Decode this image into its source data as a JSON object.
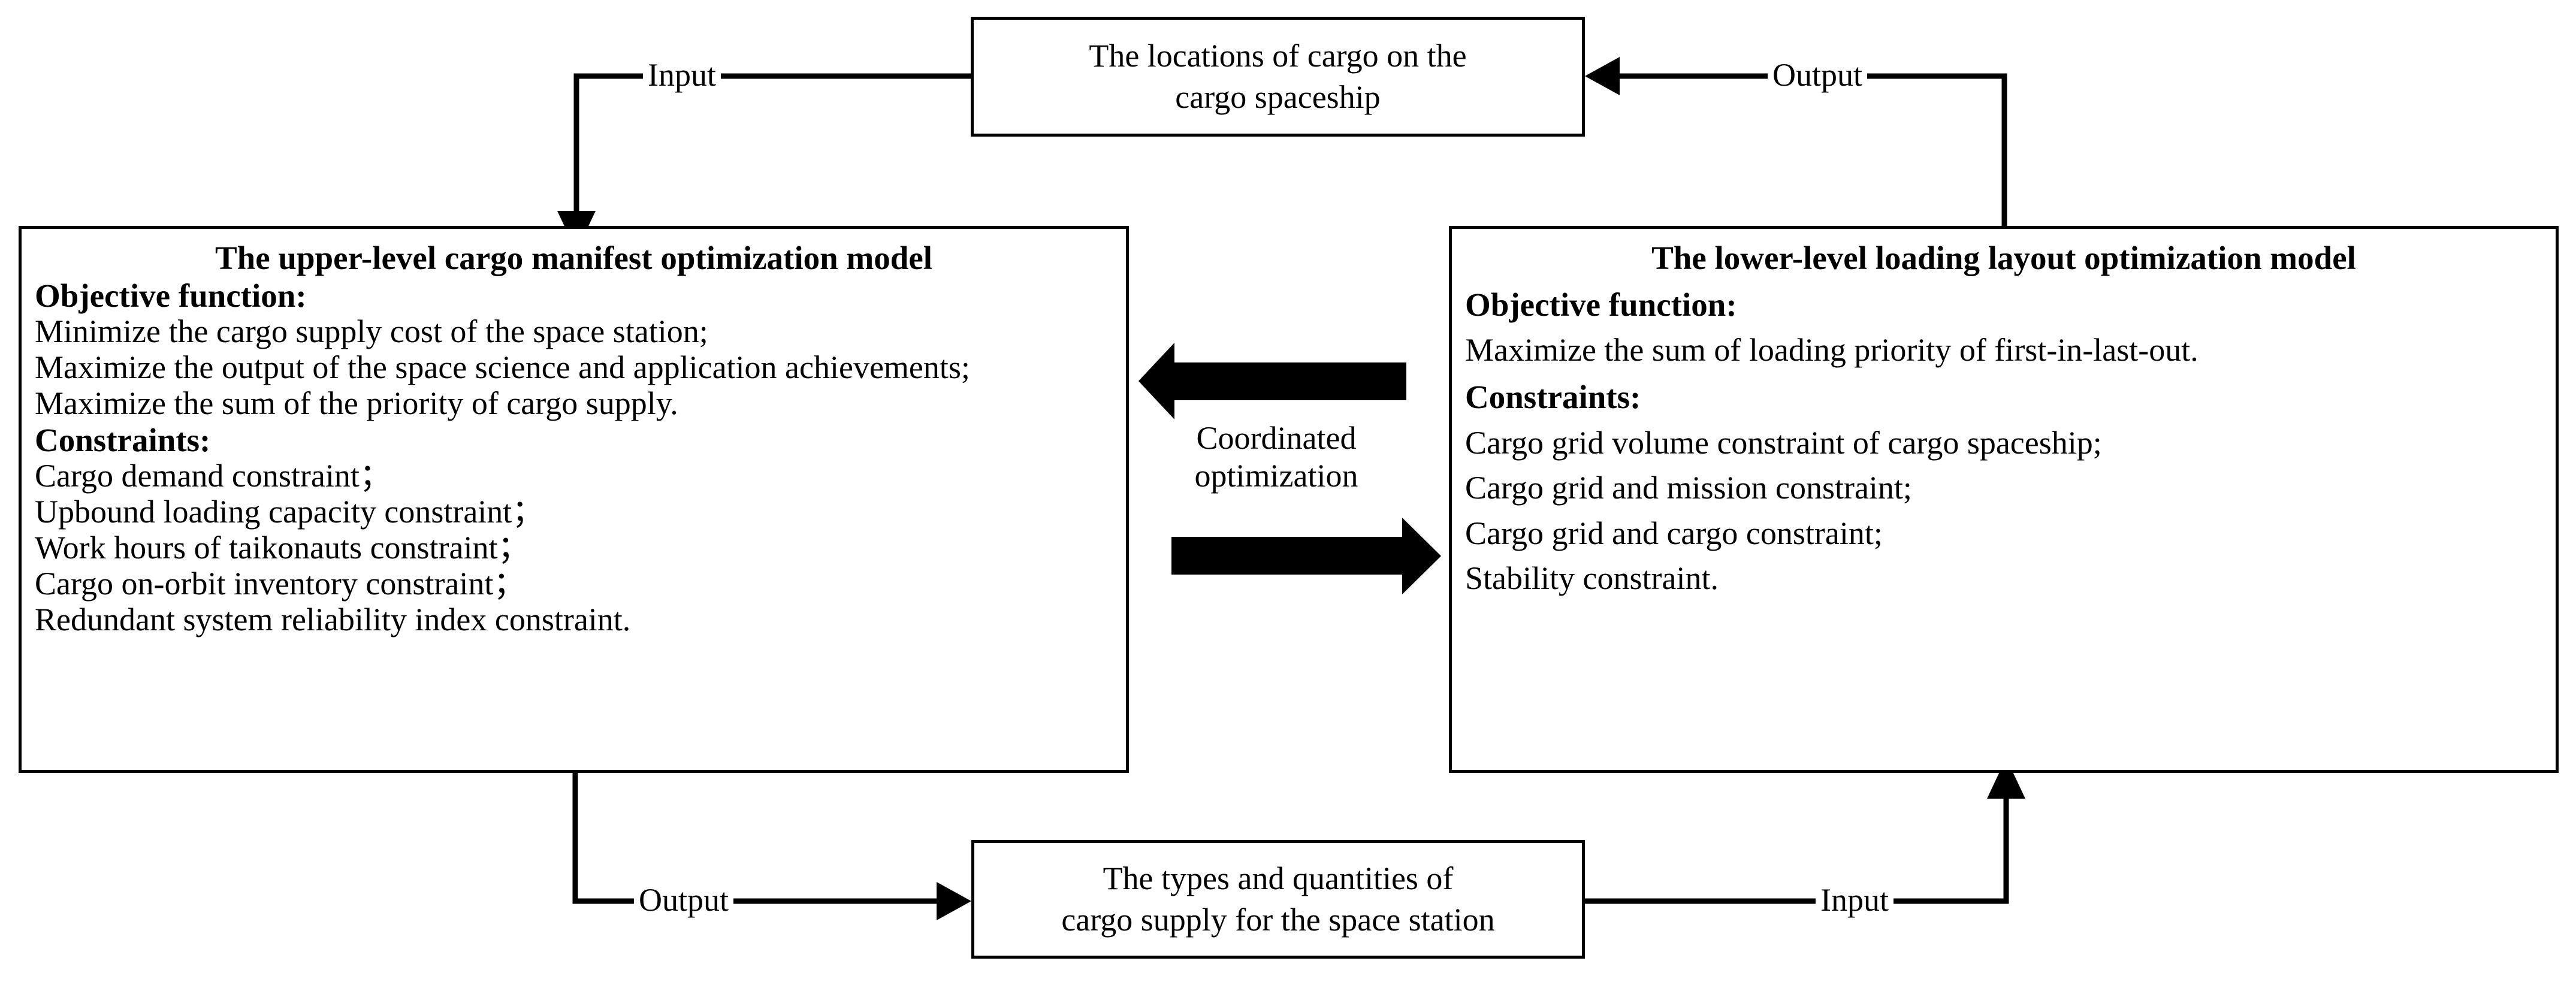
{
  "diagram": {
    "title_present": false,
    "nodes": {
      "top_box": {
        "name": "locations-of-cargo-box",
        "lines": [
          "The locations of cargo on the",
          "cargo spaceship"
        ]
      },
      "bottom_box": {
        "name": "types-and-quantities-box",
        "lines": [
          "The types and quantities of",
          "cargo supply for the space station"
        ]
      },
      "left_model": {
        "title": "The upper-level cargo manifest optimization model",
        "objective_heading": "Objective function:",
        "objectives": [
          "Minimize the cargo supply cost of the space station;",
          "Maximize the output of the space science and application achievements;",
          "Maximize the sum of the priority of cargo supply."
        ],
        "constraints_heading": "Constraints:",
        "constraints": [
          "Cargo demand constraint；",
          "Upbound loading capacity constraint；",
          "Work hours of taikonauts constraint；",
          "Cargo on-orbit inventory constraint；",
          "Redundant system reliability index constraint."
        ]
      },
      "right_model": {
        "title": "The lower-level loading layout optimization model",
        "objective_heading": "Objective function:",
        "objectives": [
          "Maximize the sum of loading priority of first-in-last-out."
        ],
        "constraints_heading": "Constraints:",
        "constraints": [
          "Cargo grid volume constraint of cargo spaceship;",
          "Cargo grid and mission constraint;",
          "Cargo grid and cargo constraint;",
          "Stability constraint."
        ]
      }
    },
    "center": {
      "label_line1": "Coordinated",
      "label_line2": "optimization"
    },
    "edge_labels": {
      "top_left": "Input",
      "top_right": "Output",
      "bottom_left": "Output",
      "bottom_right": "Input"
    },
    "colors": {
      "stroke": "#000000",
      "fill": "#ffffff",
      "text": "#000000"
    }
  }
}
